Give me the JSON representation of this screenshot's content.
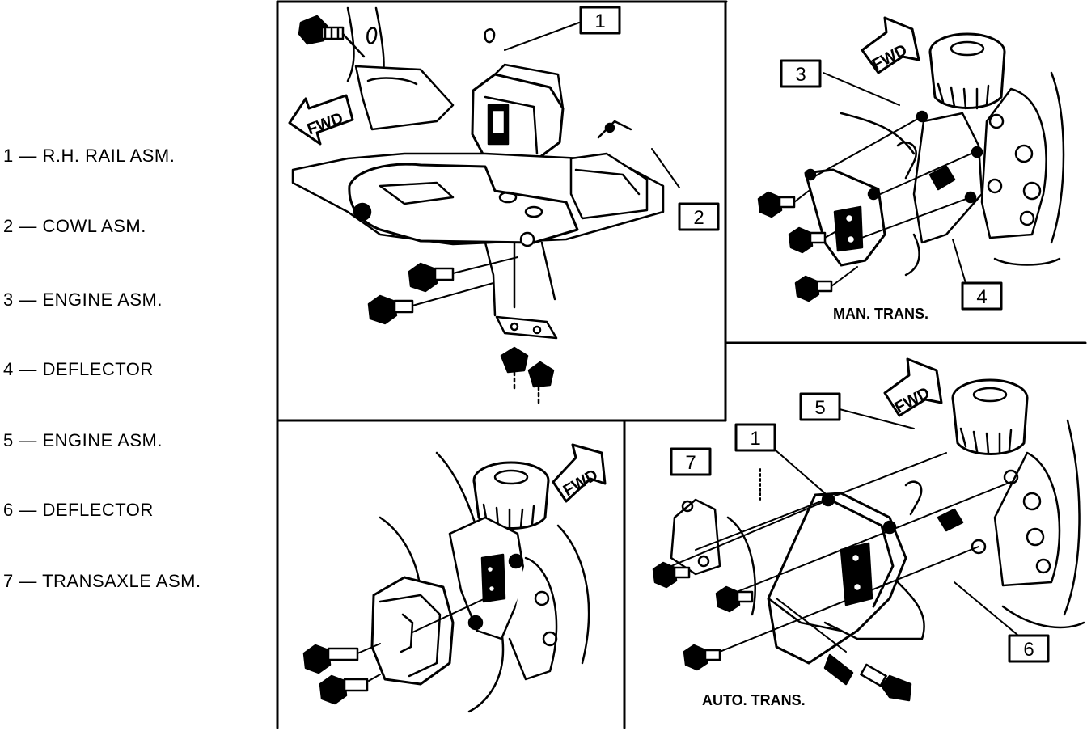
{
  "legend": {
    "items": [
      "1 — R.H. RAIL ASM.",
      "2 — COWL ASM.",
      "3 — ENGINE ASM.",
      "4 — DEFLECTOR",
      "5 — ENGINE ASM.",
      "6 — DEFLECTOR",
      "7 — TRANSAXLE ASM."
    ]
  },
  "panels": {
    "top_left": {
      "callouts": [
        "1",
        "2"
      ],
      "fwd": "FWD"
    },
    "top_right": {
      "callouts": [
        "3",
        "4"
      ],
      "fwd": "FWD",
      "caption": "MAN. TRANS."
    },
    "bottom_left": {
      "fwd": "FWD"
    },
    "bottom_right": {
      "callouts": [
        "5",
        "1",
        "7",
        "6"
      ],
      "fwd": "FWD",
      "caption": "AUTO. TRANS."
    }
  }
}
